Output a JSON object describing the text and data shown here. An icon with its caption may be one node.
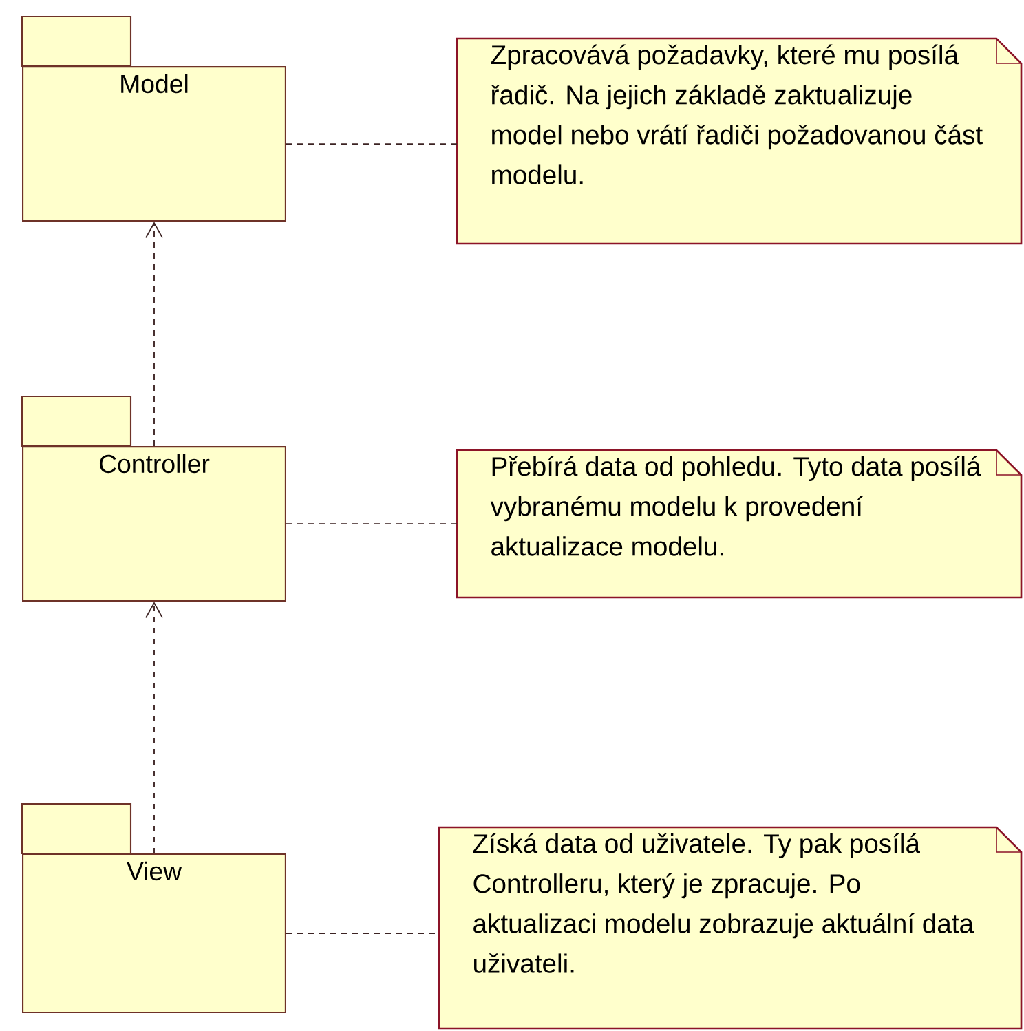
{
  "diagram": {
    "nodes": [
      {
        "text": [
          "Model"
        ]
      },
      {
        "text": [
          "Zpracovává požadavky, které mu posílá řadič. Na jejich základě zaktualizuje model nebo vrátí řadiči požadovanou část modelu."
        ]
      },
      {
        "text": [
          "Controller"
        ]
      },
      {
        "text": [
          "Přebírá data od pohledu. Tyto data posílá vybranému modelu k provedení aktualizace modelu."
        ]
      },
      {
        "text": [
          "View"
        ]
      },
      {
        "text": [
          "Získá data od uživatele. Ty pak posílá Controlleru, který je zpracuje. Po aktualizaci modelu zobrazuje aktuální data uživateli."
        ]
      }
    ],
    "edges": [
      {
        "from": 2,
        "to": 0,
        "arrow": "to",
        "style": "dashed"
      },
      {
        "from": 0,
        "to": 1,
        "arrow": "none",
        "style": "dashed"
      },
      {
        "from": 4,
        "to": 2,
        "arrow": "to",
        "style": "dashed"
      },
      {
        "from": 2,
        "to": 3,
        "arrow": "none",
        "style": "dashed"
      },
      {
        "from": 4,
        "to": 5,
        "arrow": "none",
        "style": "dashed"
      }
    ]
  }
}
